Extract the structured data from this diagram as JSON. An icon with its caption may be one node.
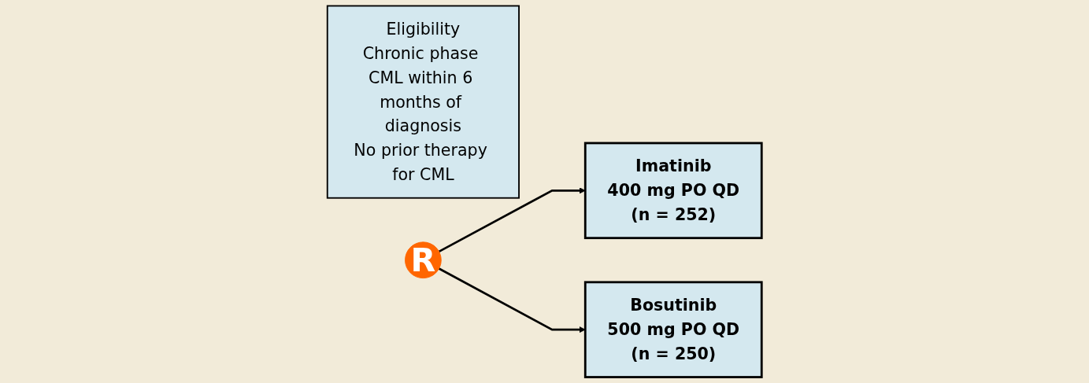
{
  "diagram": {
    "nodes": [
      {
        "text": [
          "Eligibility",
          "Chronic phase CML within 6 months of diagnosis",
          "No prior therapy for CML"
        ]
      },
      {
        "text": [
          "R"
        ]
      },
      {
        "text": [
          "Imatinib",
          "400 mg PO QD",
          "(n = 252)"
        ]
      },
      {
        "text": [
          "Bosutinib",
          "500 mg PO QD",
          "(n = 250)"
        ]
      }
    ],
    "edges": [
      {
        "from": 1,
        "to": 2,
        "arrow": "to"
      },
      {
        "from": 1,
        "to": 3,
        "arrow": "to"
      }
    ]
  }
}
